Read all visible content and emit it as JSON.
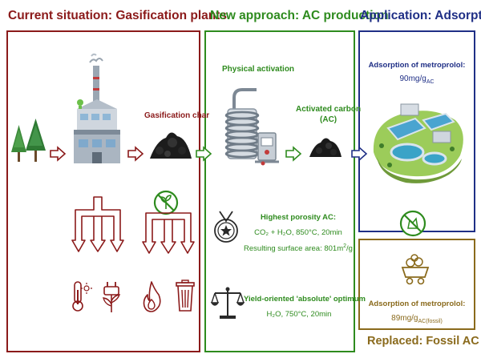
{
  "titles": {
    "current": "Current situation: Gasification plants",
    "new_approach": "New approach: AC production",
    "application": "Application: Adsorption",
    "replaced": "Replaced: Fossil AC"
  },
  "current": {
    "gasification_char": "Gasification char"
  },
  "new_approach": {
    "physical_activation": "Physical activation",
    "activated_carbon_line1": "Activated carbon",
    "activated_carbon_line2": "(AC)",
    "highest_porosity_title": "Highest porosity AC:",
    "highest_porosity_conditions": "CO₂ + H₂O, 850°C, 20min",
    "surface_area_prefix": "Resulting surface area: 801m",
    "surface_area_exp": "2",
    "surface_area_suffix": "/g",
    "yield_title": "Yield-oriented 'absolute' optimum",
    "yield_conditions": "H₂O, 750°C, 20min"
  },
  "application": {
    "adsorption_title": "Adsorption of metroprolol:",
    "adsorption_value": "90mg/g",
    "adsorption_sub": "AC"
  },
  "replaced": {
    "adsorption_title": "Adsorption of metroprolol:",
    "adsorption_value": "89mg/g",
    "adsorption_sub": "AC(fossil)"
  },
  "colors": {
    "red": "#8b1a1a",
    "green": "#2e8b1e",
    "blue": "#1f2f86",
    "brown": "#8a6a1c"
  },
  "icons": [
    "tree-icon",
    "factory-icon",
    "char-pile-icon",
    "no-plant-icon",
    "thermometer-sun-icon",
    "plug-plant-icon",
    "flame-icon",
    "trash-can-icon",
    "coil-reactor-icon",
    "medal-star-icon",
    "balance-scale-icon",
    "water-treatment-plant-icon",
    "no-fossil-icon",
    "coal-cart-icon"
  ]
}
